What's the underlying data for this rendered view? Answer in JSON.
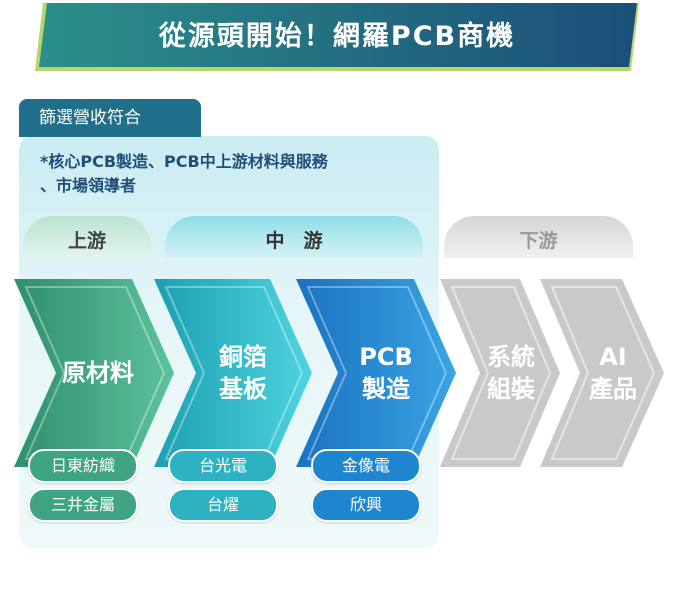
{
  "banner": {
    "title": "從源頭開始！網羅PCB商機"
  },
  "filter": {
    "tab_label": "篩選營收符合",
    "note_line1": "*核心PCB製造、PCB中上游材料與服務",
    "note_line2": "、市場領導者"
  },
  "stages": {
    "upstream": "上游",
    "midstream": "中　游",
    "downstream": "下游"
  },
  "chain": [
    {
      "line1": "原材料",
      "line2": "",
      "companies": [
        "日東紡織",
        "三井金屬"
      ],
      "color": "#3fa482"
    },
    {
      "line1": "銅箔",
      "line2": "基板",
      "companies": [
        "台光電",
        "台燿"
      ],
      "color": "#2cb2c2"
    },
    {
      "line1": "PCB",
      "line2": "製造",
      "companies": [
        "金像電",
        "欣興"
      ],
      "color": "#1e86cf"
    },
    {
      "line1": "系統",
      "line2": "組裝",
      "companies": [],
      "color": "#c8c8c8"
    },
    {
      "line1": "AI",
      "line2": "產品",
      "companies": [],
      "color": "#c8c8c8"
    }
  ]
}
